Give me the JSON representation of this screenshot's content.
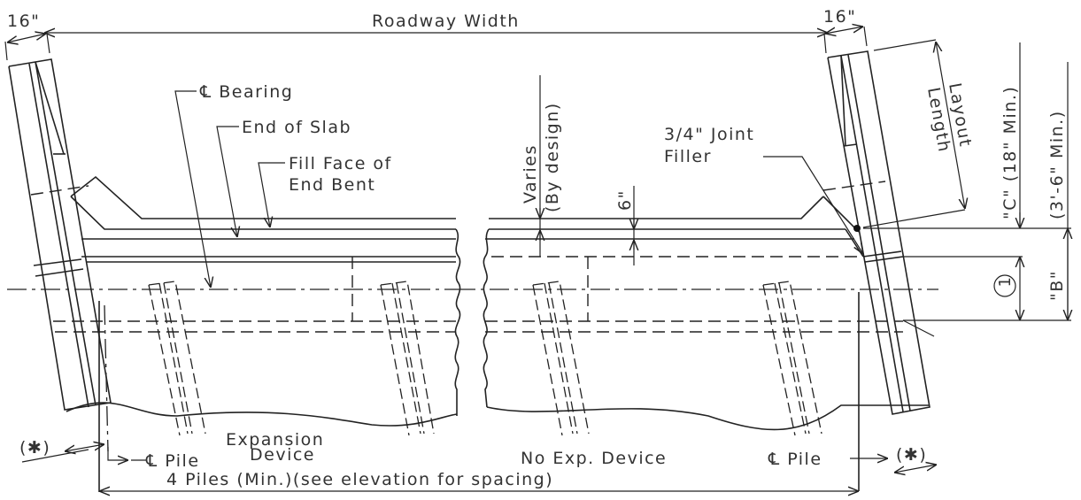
{
  "drawing": {
    "type": "bridge end bent plan view",
    "labels": {
      "roadway_width": "Roadway Width",
      "left_width": "16\"",
      "right_width": "16\"",
      "cl_bearing": "℄ Bearing",
      "end_of_slab": "End of Slab",
      "fill_face_line1": "Fill Face of",
      "fill_face_line2": "End Bent",
      "varies": "Varies",
      "by_design": "(By design)",
      "six_inch": "6\"",
      "joint_filler_line1": "3/4\" Joint",
      "joint_filler_line2": "Filler",
      "layout_length_line1": "Layout",
      "layout_length_line2": "Length",
      "dim_c": "\"C\" (18\" Min.)",
      "dim_b_min": "(3'-6\" Min.)",
      "dim_b": "\"B\"",
      "note_circle": "1",
      "asterisk_left": "(✱)",
      "asterisk_right": "(✱)",
      "cl_pile_left": "℄ Pile",
      "cl_pile_right": "℄ Pile",
      "expansion_line1": "Expansion",
      "expansion_line2": "Device",
      "no_exp_device": "No Exp. Device",
      "piles_note": "4 Piles (Min.)(see elevation for spacing)"
    }
  }
}
